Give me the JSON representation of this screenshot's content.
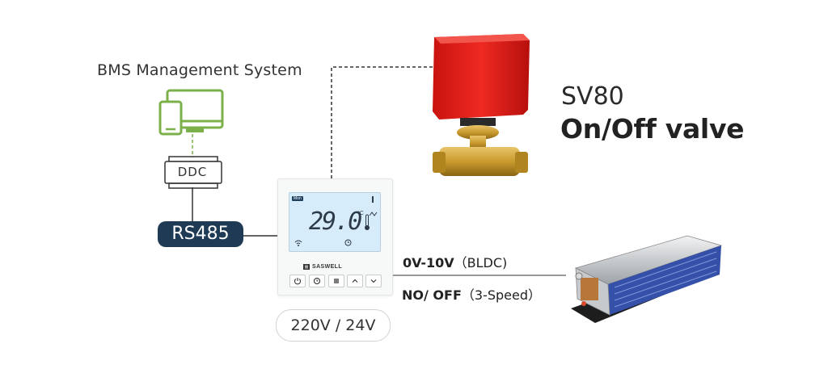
{
  "bms": {
    "title": "BMS Management System",
    "ddc_label": "DDC",
    "bus_label": "RS485"
  },
  "thermostat": {
    "day": "Mon",
    "temperature": "29.0",
    "unit": "°C",
    "brand": "SASWELL",
    "buttons": [
      {
        "icon": "power-icon"
      },
      {
        "icon": "clock-icon"
      },
      {
        "icon": "menu-icon"
      },
      {
        "icon": "chevron-up-icon"
      },
      {
        "icon": "chevron-down-icon"
      }
    ],
    "power_supply": "220V / 24V"
  },
  "signals": {
    "line1_bold": "0V-10V",
    "line1_rest": "（BLDC)",
    "line2_bold": "NO/ OFF",
    "line2_rest": "（3-Speed）"
  },
  "valve": {
    "model": "SV80",
    "name": "On/Off valve"
  },
  "colors": {
    "bms_green": "#7bb04a",
    "bus_navy": "#1f3a55",
    "valve_red": "#e8211d",
    "brass": "#c99a2e",
    "lcd_blue": "#d7ecfb",
    "coil_blue": "#3550a8"
  }
}
